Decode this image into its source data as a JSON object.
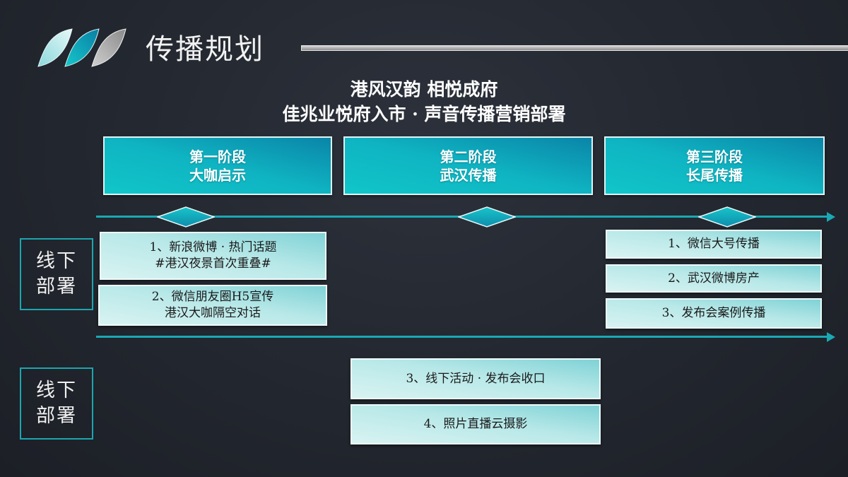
{
  "header": {
    "title": "传播规划",
    "logo_colors": [
      "#bfeef0",
      "#13b9c4",
      "#a9a9a9"
    ]
  },
  "subtitle": {
    "line1": "港风汉韵 相悦成府",
    "line2": "佳兆业悦府入市 · 声音传播营销部署"
  },
  "phases": [
    {
      "name": "第一阶段",
      "theme": "大咖启示"
    },
    {
      "name": "第二阶段",
      "theme": "武汉传播"
    },
    {
      "name": "第三阶段",
      "theme": "长尾传播"
    }
  ],
  "side_labels": [
    {
      "line1": "线下",
      "line2": "部署"
    },
    {
      "line1": "线下",
      "line2": "部署"
    }
  ],
  "tasks": {
    "phase1": [
      {
        "line1": "1、新浪微博 · 热门话题",
        "line2": "#港汉夜景首次重叠#"
      },
      {
        "line1": "2、微信朋友圈H5宣传",
        "line2": "港汉大咖隔空对话"
      }
    ],
    "phase2": [
      {
        "line1": "3、线下活动 · 发布会收口"
      },
      {
        "line1": "4、照片直播云摄影"
      }
    ],
    "phase3": [
      {
        "line1": "1、微信大号传播"
      },
      {
        "line1": "2、武汉微博房产"
      },
      {
        "line1": "3、发布会案例传播"
      }
    ]
  },
  "colors": {
    "accent": "#19a9b4",
    "phase_box": "#0fb4c2",
    "task_box": "#b8e8e8",
    "background": "#23272f"
  }
}
